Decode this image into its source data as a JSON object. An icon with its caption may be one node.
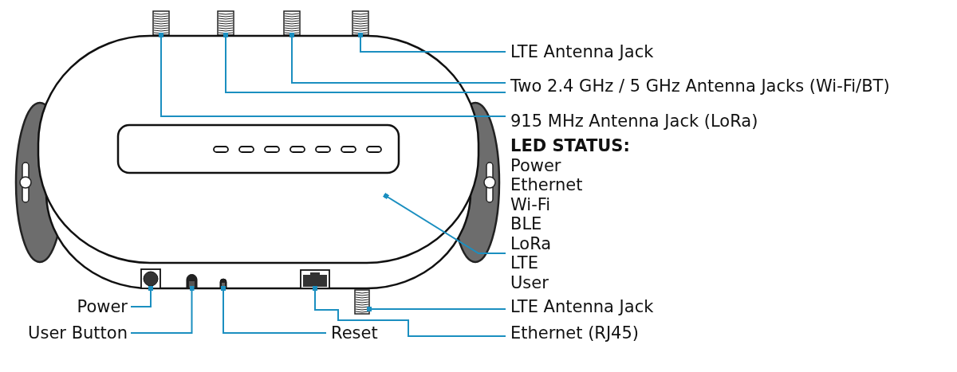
{
  "diagram": {
    "nodes": [
      {
        "text": [],
        "shape": "picture"
      },
      {
        "text": [],
        "shape": "picture"
      },
      {
        "text": [],
        "shape": "picture"
      },
      {
        "text": [],
        "shape": "picture"
      },
      {
        "text": [
          "LTE Antenna Jack"
        ]
      },
      {
        "text": [
          "Two 2.4 GHz / 5 GHz Antenna Jacks (Wi-Fi/BT)"
        ]
      },
      {
        "text": [],
        "shape": "picture"
      },
      {
        "text": [
          "915 MHz Antenna Jack (LoRa)"
        ]
      },
      {
        "text": [
          "LED STATUS:",
          "Power",
          "Ethernet",
          "Wi-Fi",
          "BLE",
          "LoRa",
          "LTE",
          "User"
        ]
      },
      {
        "text": [],
        "shape": "picture"
      },
      {
        "text": [],
        "shape": "picture"
      },
      {
        "text": [],
        "shape": "picture"
      },
      {
        "text": [],
        "shape": "picture"
      },
      {
        "text": [],
        "shape": "picture"
      },
      {
        "text": [
          "Power"
        ]
      },
      {
        "text": [
          "LTE Antenna Jack"
        ]
      },
      {
        "text": [
          "User Button"
        ]
      },
      {
        "text": [
          "Reset"
        ]
      },
      {
        "text": [
          "Ethernet (RJ45)"
        ]
      }
    ],
    "edges": [
      {
        "from": 4,
        "to": 3,
        "arrow": "other"
      },
      {
        "from": 5,
        "to": 2,
        "arrow": "other"
      },
      {
        "from": 5,
        "to": 1,
        "arrow": "other"
      },
      {
        "from": 7,
        "to": 0,
        "arrow": "other"
      },
      {
        "from": 8,
        "to": 6,
        "arrow": "other"
      },
      {
        "from": 14,
        "to": 9,
        "arrow": "other"
      },
      {
        "from": 16,
        "to": 10,
        "arrow": "other"
      },
      {
        "from": 17,
        "to": 11,
        "arrow": "other"
      },
      {
        "from": 15,
        "to": 13,
        "arrow": "other"
      },
      {
        "from": 18,
        "to": 12,
        "arrow": "other"
      }
    ]
  }
}
